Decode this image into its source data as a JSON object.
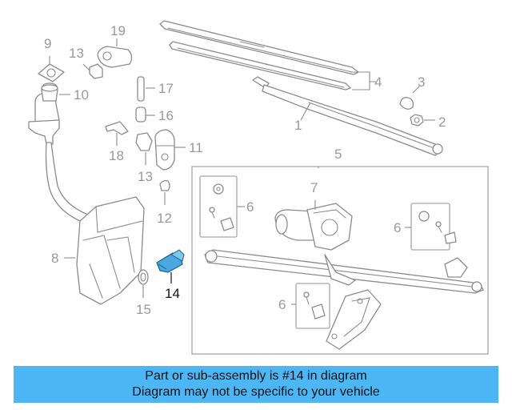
{
  "diagram": {
    "callouts": {
      "c1": "1",
      "c2": "2",
      "c3": "3",
      "c4": "4",
      "c5": "5",
      "c6a": "6",
      "c6b": "6",
      "c6c": "6",
      "c7": "7",
      "c8": "8",
      "c9": "9",
      "c10": "10",
      "c11": "11",
      "c12": "12",
      "c13a": "13",
      "c13b": "13",
      "c14": "14",
      "c15": "15",
      "c16": "16",
      "c17": "17",
      "c18": "18",
      "c19": "19"
    },
    "highlight_part": "14",
    "highlight_color": "#4aa8e0",
    "line_color": "#8c8c8c"
  },
  "banner": {
    "line1": "Part or sub-assembly is #14 in diagram",
    "line2": "Diagram may not be specific to your vehicle",
    "background": "#4db6f4"
  }
}
